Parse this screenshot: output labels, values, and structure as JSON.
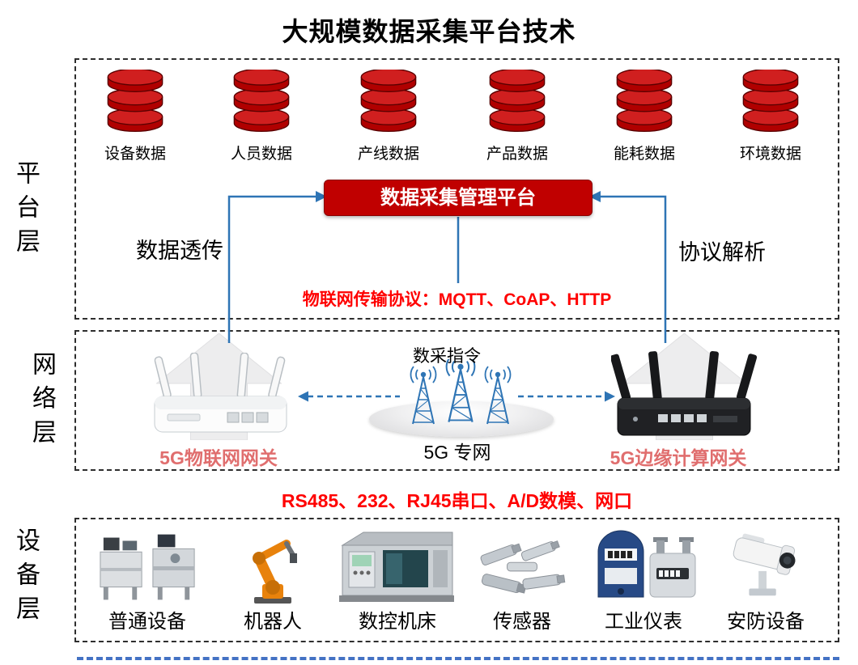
{
  "title": "大规模数据采集平台技术",
  "layers": {
    "platform": "平台层",
    "network": "网络层",
    "device": "设备层"
  },
  "platform": {
    "databases": [
      {
        "label": "设备数据",
        "icon": "database-cylinder-icon"
      },
      {
        "label": "人员数据",
        "icon": "database-cylinder-icon"
      },
      {
        "label": "产线数据",
        "icon": "database-cylinder-icon"
      },
      {
        "label": "产品数据",
        "icon": "database-cylinder-icon"
      },
      {
        "label": "能耗数据",
        "icon": "database-cylinder-icon"
      },
      {
        "label": "环境数据",
        "icon": "database-cylinder-icon"
      }
    ],
    "management_platform_label": "数据采集管理平台",
    "left_flow_label": "数据透传",
    "right_flow_label": "协议解析",
    "protocol_note": "物联网传输协议：MQTT、CoAP、HTTP"
  },
  "network": {
    "command_label": "数采指令",
    "core_network_label": "5G 专网",
    "left_gateway_label": "5G物联网网关",
    "right_gateway_label": "5G边缘计算网关",
    "interface_note": "RS485、232、RJ45串口、A/D数模、网口"
  },
  "devices": [
    {
      "label": "普通设备",
      "icon": "factory-machines-icon"
    },
    {
      "label": "机器人",
      "icon": "robot-arm-icon"
    },
    {
      "label": "数控机床",
      "icon": "cnc-machine-icon"
    },
    {
      "label": "传感器",
      "icon": "sensors-icon"
    },
    {
      "label": "工业仪表",
      "icon": "industrial-meters-icon"
    },
    {
      "label": "安防设备",
      "icon": "security-camera-icon"
    }
  ],
  "colors": {
    "database_red": "#c00000",
    "management_box_red": "#c00000",
    "note_red": "#ff0000",
    "gateway_label_red": "#e06e6e",
    "connector_blue": "#2e74b5",
    "bottom_line_blue": "#4472c4",
    "dashed_border": "#2e2e2e"
  }
}
